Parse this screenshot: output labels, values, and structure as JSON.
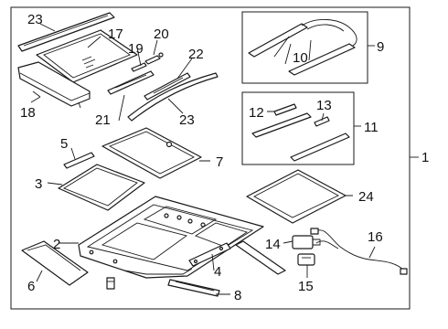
{
  "callouts": {
    "c1": "1",
    "c2": "2",
    "c3": "3",
    "c4": "4",
    "c5": "5",
    "c6": "6",
    "c7": "7",
    "c8": "8",
    "c9": "9",
    "c10": "10",
    "c11": "11",
    "c12": "12",
    "c13": "13",
    "c14": "14",
    "c15": "15",
    "c16": "16",
    "c17": "17",
    "c18": "18",
    "c19": "19",
    "c20": "20",
    "c21": "21",
    "c22": "22",
    "c23a": "23",
    "c23b": "23",
    "c24": "24"
  }
}
